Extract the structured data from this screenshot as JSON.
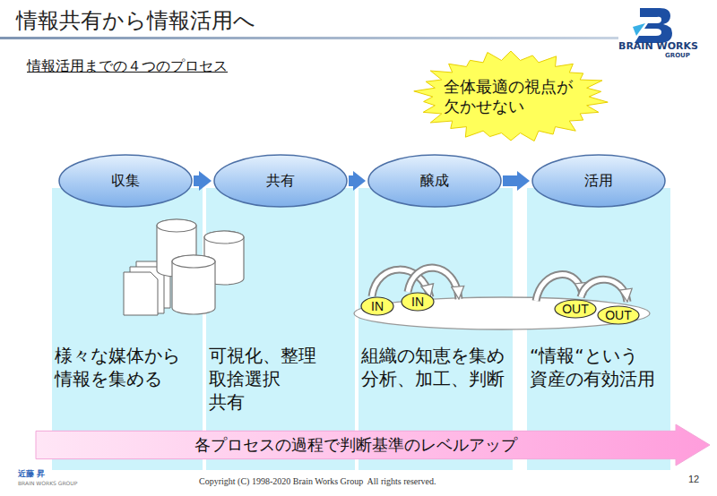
{
  "diagram": {
    "title": "情報共有から情報活用へ",
    "nodes": [
      {
        "text": [
          "全体最適の視点が 欠かせない"
        ]
      },
      {
        "text": [
          "様々な媒体から 情報を集める"
        ]
      },
      {
        "text": [
          "収集"
        ],
        "in": 1
      },
      {
        "text": [
          "可視化、整理 取捨選択 共有"
        ]
      },
      {
        "text": [
          "共有"
        ],
        "in": 3
      },
      {
        "text": [
          "組織の知恵を集め 分析、加工、判断"
        ]
      },
      {
        "text": [
          "醸成"
        ],
        "in": 5
      },
      {
        "text": [
          "“情報“という 資産の有効活用"
        ]
      },
      {
        "text": [
          "活用"
        ],
        "in": 7
      },
      {
        "text": [
          "IN"
        ],
        "in": 5
      },
      {
        "text": [
          "IN"
        ],
        "in": 5
      },
      {
        "text": [
          "OUT"
        ],
        "in": 7
      },
      {
        "text": [
          "OUT"
        ],
        "in": 7
      },
      {
        "text": [
          "各プロセスの過程で判断基準のレベルアップ"
        ]
      }
    ],
    "edges": [
      {
        "from": 2,
        "to": 4,
        "arrow": "to"
      },
      {
        "from": 4,
        "to": 6,
        "arrow": "to"
      },
      {
        "from": 6,
        "to": 8,
        "arrow": "to"
      }
    ],
    "labels": [
      "情報活用までの４つのプロセス",
      "BRAIN WORKS",
      "GROUP",
      "近藤 昇",
      "BRAIN WORKS GROUP",
      "Copyright (C) 1998-2020 Brain Works Group  All rights reserved.",
      "12"
    ]
  }
}
